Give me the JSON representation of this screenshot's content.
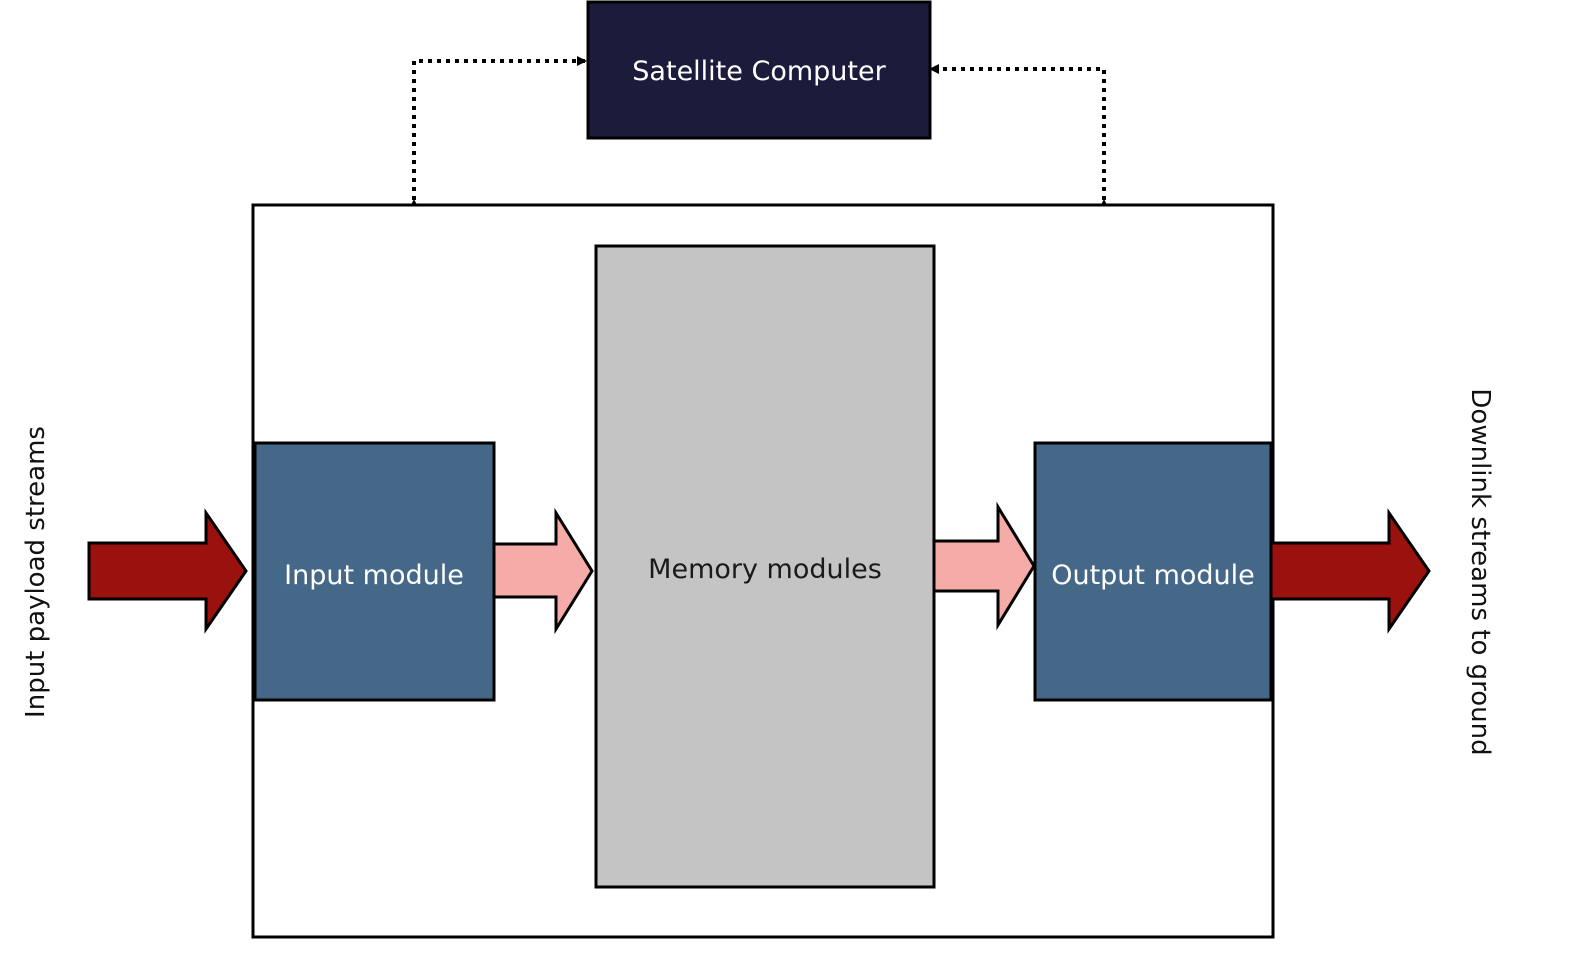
{
  "labels": {
    "satellite_computer": "Satellite Computer",
    "input_module": "Input module",
    "memory_modules": "Memory modules",
    "output_module": "Output module",
    "input_streams": "Input payload streams",
    "downlink_streams": "Downlink streams to ground"
  },
  "colors": {
    "satellite_computer_fill": "#1b1c3b",
    "module_fill": "#456889",
    "memory_fill": "#c4c4c4",
    "external_arrow_fill": "#9a110d",
    "internal_arrow_fill": "#f5aca8",
    "outline": "#000000",
    "light_text": "#ffffff",
    "dark_text": "#1a1a1a"
  },
  "icons": {
    "external_arrow": "block-arrow-right",
    "internal_arrow": "block-arrow-right",
    "control_link": "dotted-arrow-bidirectional"
  }
}
